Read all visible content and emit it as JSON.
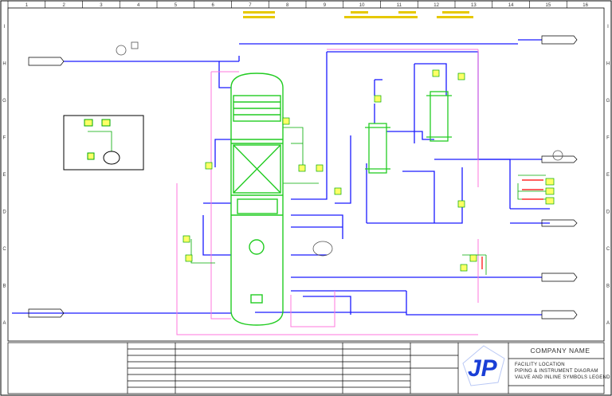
{
  "grid": {
    "columns": [
      "1",
      "2",
      "3",
      "4",
      "5",
      "6",
      "7",
      "8",
      "9",
      "10",
      "11",
      "12",
      "13",
      "14",
      "15",
      "16"
    ],
    "rows": [
      "I",
      "H",
      "G",
      "F",
      "E",
      "D",
      "C",
      "B",
      "A"
    ]
  },
  "title_block": {
    "company": "COMPANY NAME",
    "line1": "FACILITY     LOCATION",
    "line2": "PIPING & INSTRUMENT DIAGRAM",
    "line3": "VALVE AND INLINE SYMBOLS LEGEND",
    "logo_text": "JP"
  },
  "colors": {
    "frame": "#000000",
    "vessel": "#22cc22",
    "process_line": "#1a1aff",
    "utility_line": "#ff77dd",
    "instrument_line": "#00aa00",
    "tag_fill": "#ffff66",
    "highlight_text": "#e6c800",
    "alarm": "#ff0000",
    "logo_blue": "#1a3fd6"
  }
}
